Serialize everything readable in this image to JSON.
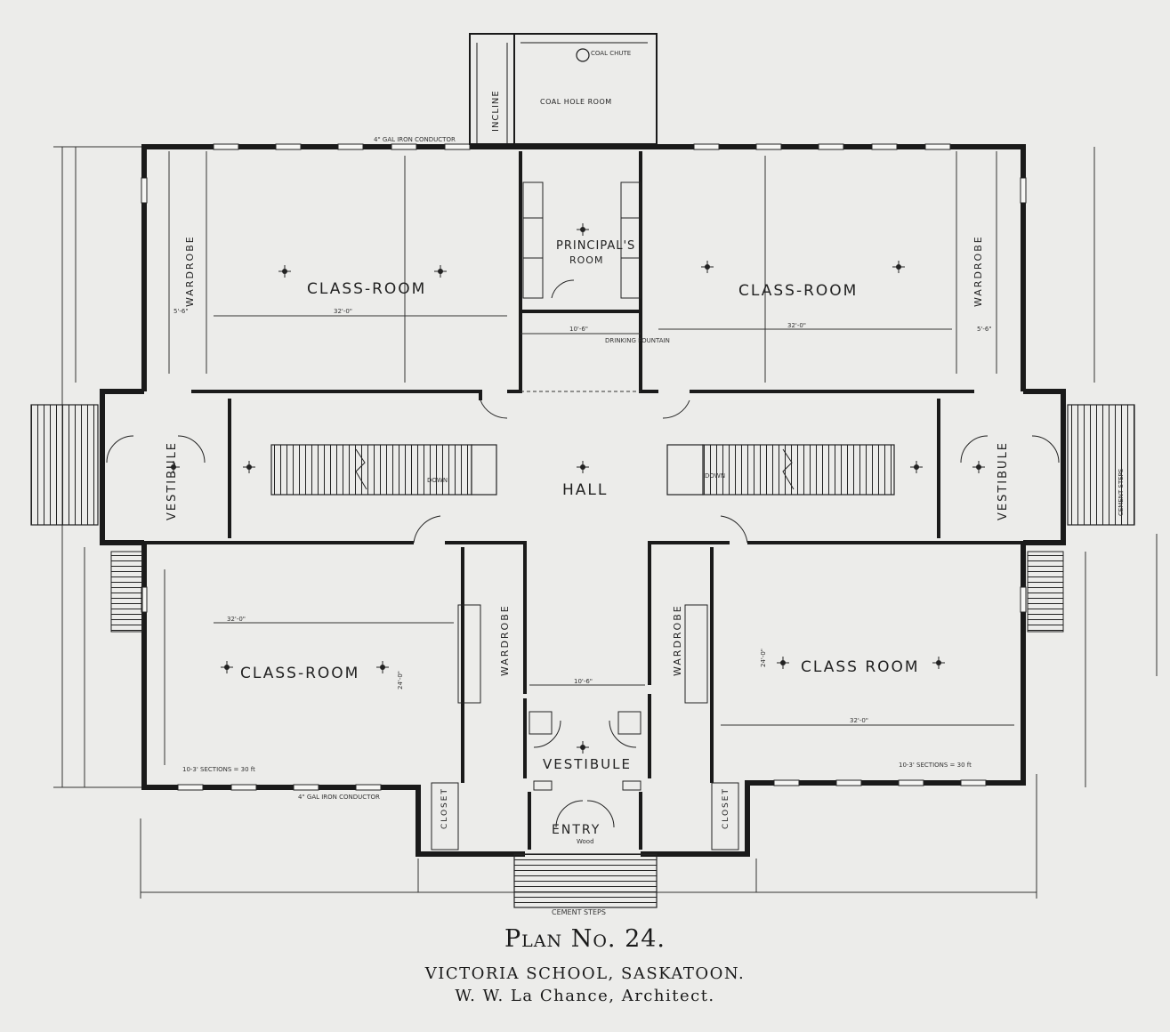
{
  "rooms": {
    "class_room_nw": "CLASS-ROOM",
    "class_room_ne": "CLASS-ROOM",
    "class_room_sw": "CLASS-ROOM",
    "class_room_se": "CLASS ROOM",
    "principals_room_line1": "PRINCIPAL'S",
    "principals_room_line2": "ROOM",
    "hall": "HALL",
    "vestibule_west": "VESTIBULE",
    "vestibule_east": "VESTIBULE",
    "vestibule_south": "VESTIBULE",
    "entry": "ENTRY",
    "coal_hole_room": "COAL HOLE ROOM",
    "incline": "INCLINE",
    "wardrobe_nw": "WARDROBE",
    "wardrobe_ne": "WARDROBE",
    "wardrobe_sw": "WARDROBE",
    "wardrobe_se": "WARDROBE",
    "closet_sw": "CLOSET",
    "closet_se": "CLOSET"
  },
  "notes": {
    "cement_steps_south": "CEMENT STEPS",
    "cement_steps_east": "CEMENT STEPS",
    "stair_down_west": "DOWN",
    "stair_down_east": "DOWN",
    "coal_chute": "COAL CHUTE",
    "drinking_fountain": "DRINKING FOUNTAIN",
    "entry_wood": "Wood",
    "dim_32_0": "32'-0\"",
    "dim_24_0": "24'-0\"",
    "dim_10_6": "10'-6\"",
    "dim_5_6": "5'-6\"",
    "sections_10_3": "10-3' SECTIONS = 30 ft",
    "iron_conductor": "4\" GAL IRON CONDUCTOR"
  },
  "caption": {
    "title": "Plan No. 24.",
    "school": "VICTORIA SCHOOL, SASKATOON.",
    "architect": "W. W. La Chance, Architect."
  }
}
